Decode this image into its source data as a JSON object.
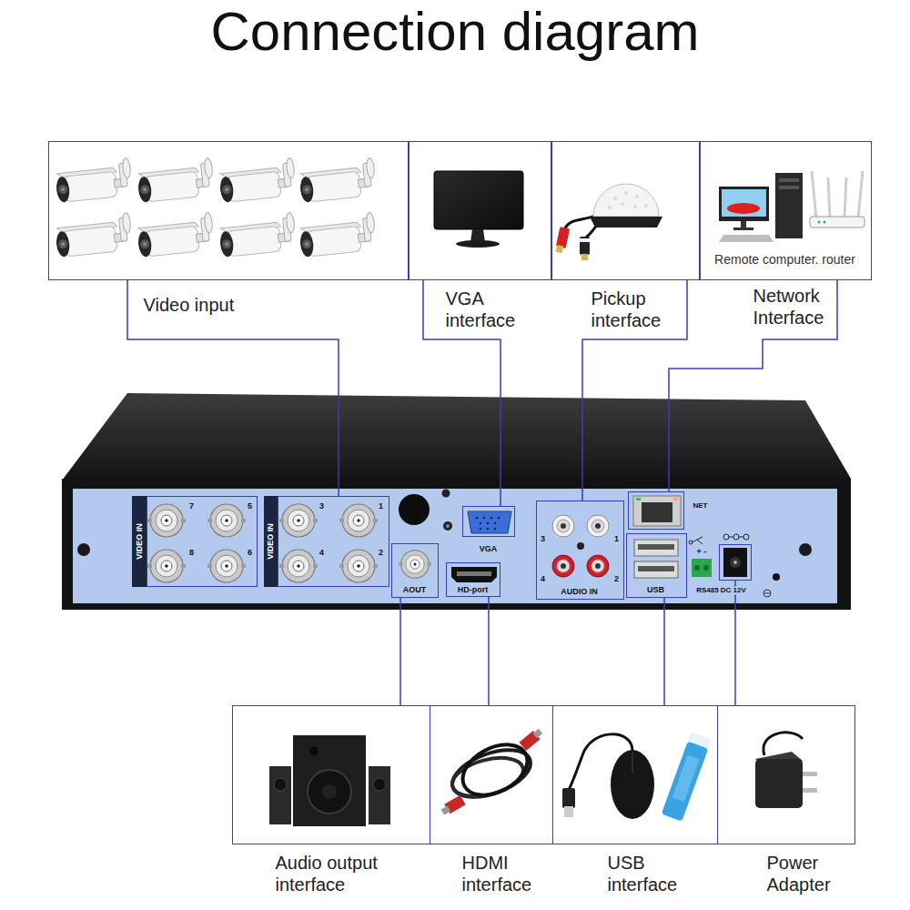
{
  "diagram": {
    "title": "Connection diagram",
    "nodes": [
      {
        "text": [
          "Video input"
        ]
      },
      {
        "text": [
          "VGA interface"
        ]
      },
      {
        "text": [
          "Pickup interface"
        ]
      },
      {
        "text": [
          "Remote computer. router",
          "Network Interface"
        ]
      },
      {
        "text": [
          "VIDEO IN",
          "7",
          "5",
          "8",
          "6"
        ]
      },
      {
        "text": [
          "VIDEO IN",
          "3",
          "1",
          "4",
          "2"
        ]
      },
      {
        "text": [
          "AOUT"
        ]
      },
      {
        "text": [
          "VGA"
        ]
      },
      {
        "text": [
          "HD-port"
        ]
      },
      {
        "text": [
          "3",
          "1",
          "4",
          "2",
          "AUDIO IN"
        ]
      },
      {
        "text": [
          "NET"
        ]
      },
      {
        "text": [
          "USB"
        ]
      },
      {
        "text": [
          "RS485 DC 12V"
        ]
      },
      {
        "text": [
          "Audio output interface"
        ]
      },
      {
        "text": [
          "HDMI interface"
        ]
      },
      {
        "text": [
          "USB interface"
        ]
      },
      {
        "text": [
          "Power Adapter"
        ]
      }
    ],
    "edges": [
      {
        "from": 0,
        "to": 5,
        "arrow": "none"
      },
      {
        "from": 1,
        "to": 7,
        "arrow": "none"
      },
      {
        "from": 2,
        "to": 9,
        "arrow": "none"
      },
      {
        "from": 3,
        "to": 10,
        "arrow": "none"
      },
      {
        "from": 6,
        "to": 13,
        "arrow": "none"
      },
      {
        "from": 8,
        "to": 14,
        "arrow": "none"
      },
      {
        "from": 11,
        "to": 15,
        "arrow": "none"
      },
      {
        "from": 12,
        "to": 16,
        "arrow": "none"
      }
    ],
    "labels": [
      "+ -"
    ]
  }
}
